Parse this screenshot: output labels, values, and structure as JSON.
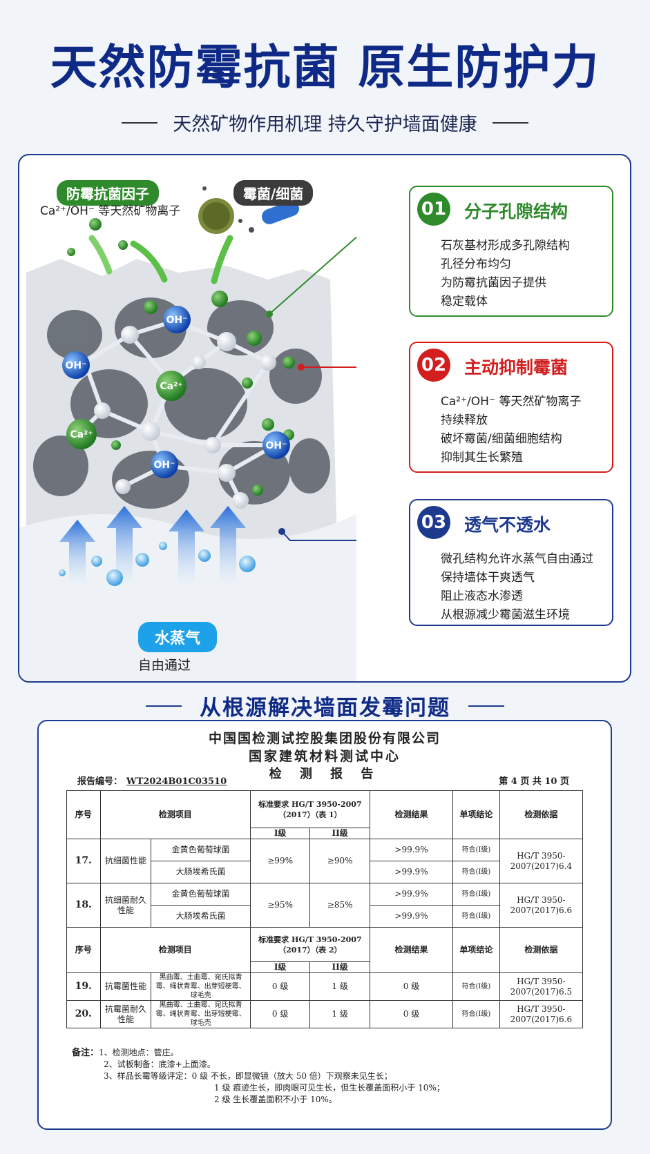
{
  "headline": "天然防霉抗菌 原生防护力",
  "subheadline": "天然矿物作用机理 持久守护墙面健康",
  "illustration": {
    "factor_label": "防霉抗菌因子",
    "factor_caption": "Ca²⁺/OH⁻ 等天然矿物离子",
    "mold_label": "霉菌/细菌",
    "vapor_label": "水蒸气",
    "vapor_caption": "自由通过",
    "ion_oh": "OH⁻",
    "ion_ca": "Ca²⁺",
    "colors": {
      "green": "#2f8a2c",
      "red": "#d21e1e",
      "navy": "#1d3a8f",
      "blue": "#1da1e8"
    }
  },
  "cards": [
    {
      "num": "01",
      "title": "分子孔隙结构",
      "lines": [
        "石灰基材形成多孔隙结构",
        "孔径分布均匀",
        "为防霉抗菌因子提供",
        "稳定载体"
      ]
    },
    {
      "num": "02",
      "title": "主动抑制霉菌",
      "lines": [
        "Ca²⁺/OH⁻ 等天然矿物离子",
        "持续释放",
        "破坏霉菌/细菌细胞结构",
        "抑制其生长繁殖"
      ]
    },
    {
      "num": "03",
      "title": "透气不透水",
      "lines": [
        "微孔结构允许水蒸气自由通过",
        "保持墙体干爽透气",
        "阻止液态水渗透",
        "从根源减少霉菌滋生环境"
      ]
    }
  ],
  "section_title": "从根源解决墙面发霉问题",
  "report": {
    "org": "中国国检测试控股集团股份有限公司",
    "center": "国家建筑材料测试中心",
    "doc": "检 测 报 告",
    "report_no_label": "报告编号：",
    "report_no": "WT2024B01C03510",
    "page": "第 4 页 共 10 页",
    "hdr": {
      "seq": "序号",
      "item": "检测项目",
      "std1": "标准要求 HG/T 3950-2007（2017）（表 1）",
      "std2": "标准要求 HG/T 3950-2007（2017）（表 2）",
      "lv1": "I级",
      "lv2": "II级",
      "result": "检测结果",
      "conclusion": "单项结论",
      "basis": "检测依据"
    },
    "rows": {
      "r17": {
        "seq": "17.",
        "item": "抗细菌性能",
        "sub1": "金黄色葡萄球菌",
        "sub2": "大肠埃希氏菌",
        "lv1": "≥99%",
        "lv2": "≥90%",
        "res1": ">99.9%",
        "res2": ">99.9%",
        "con1": "符合(I级)",
        "con2": "符合(I级)",
        "basis": "HG/T 3950-2007(2017)6.4"
      },
      "r18": {
        "seq": "18.",
        "item": "抗细菌耐久性能",
        "sub1": "金黄色葡萄球菌",
        "sub2": "大肠埃希氏菌",
        "lv1": "≥95%",
        "lv2": "≥85%",
        "res1": ">99.9%",
        "res2": ">99.9%",
        "con1": "符合(I级)",
        "con2": "符合(I级)",
        "basis": "HG/T 3950-2007(2017)6.6"
      },
      "r19": {
        "seq": "19.",
        "item": "抗霉菌性能",
        "sub": "黑曲霉、土曲霉、宛氏拟青霉、绳状青霉、出芽短梗霉、球毛壳",
        "lv1": "0 级",
        "lv2": "1 级",
        "res": "0 级",
        "con": "符合(I级)",
        "basis": "HG/T 3950-2007(2017)6.5"
      },
      "r20": {
        "seq": "20.",
        "item": "抗霉菌耐久性能",
        "sub": "黑曲霉、土曲霉、宛氏拟青霉、绳状青霉、出芽短梗霉、球毛壳",
        "lv1": "0 级",
        "lv2": "1 级",
        "res": "0 级",
        "con": "符合(I级)",
        "basis": "HG/T 3950-2007(2017)6.6"
      }
    },
    "notes": {
      "label": "备注：",
      "n1": "1、检测地点：管庄。",
      "n2": "2、试板制备：底漆+上面漆。",
      "n3": "3、样品长霉等级评定：0 级   不长，即显微镜（放大 50 倍）下观察未见生长；",
      "n4": "1 级   痕迹生长，即肉眼可见生长，但生长覆盖面积小于 10%；",
      "n5": "2 级   生长覆盖面积不小于 10%。"
    }
  }
}
